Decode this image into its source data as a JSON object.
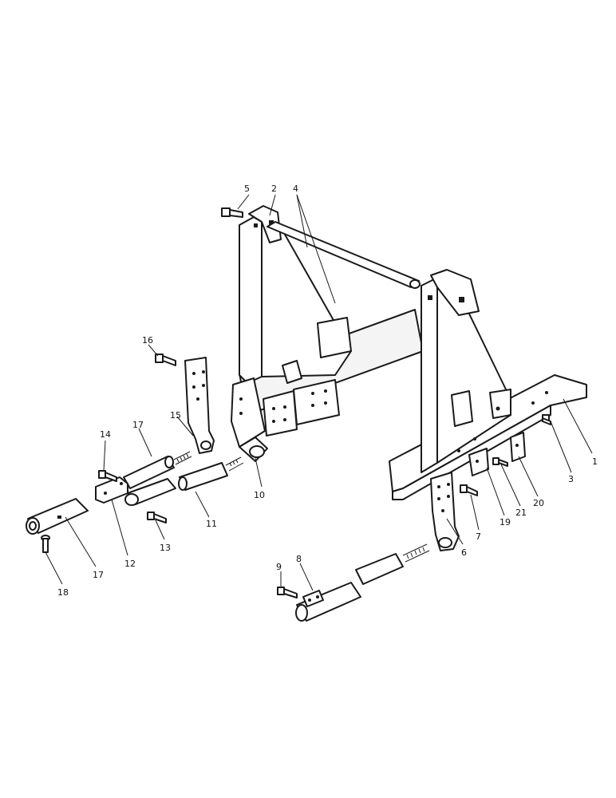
{
  "colors": {
    "ink": "#1a1a1a",
    "paper": "#ffffff"
  },
  "callouts": {
    "c1": "1",
    "c2": "2",
    "c3": "3",
    "c4": "4",
    "c5": "5",
    "c6": "6",
    "c7": "7",
    "c8": "8",
    "c9": "9",
    "c10": "10",
    "c11": "11",
    "c12": "12",
    "c13": "13",
    "c14": "14",
    "c15": "15",
    "c16": "16",
    "c17a": "17",
    "c17b": "17",
    "c18": "18",
    "c19": "19",
    "c20": "20",
    "c21": "21"
  }
}
